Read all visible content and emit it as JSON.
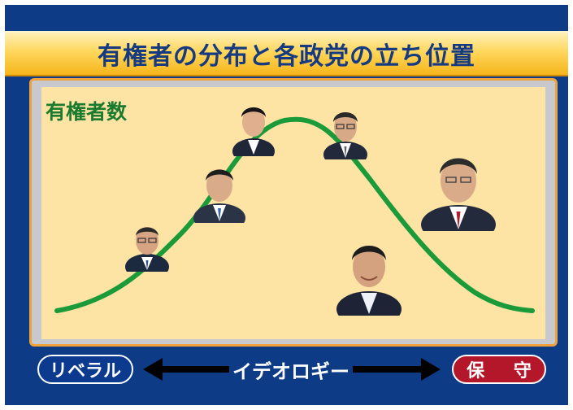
{
  "title": "有権者の分布と各政党の立ち位置",
  "y_label": "有権者数",
  "x_axis": {
    "label": "イデオロギー",
    "left_end": "リベラル",
    "right_end": "保 守"
  },
  "colors": {
    "background_navy": "#0d3b86",
    "title_text": "#153a82",
    "curve_green": "#1b9a3a",
    "panel_cream": "#fde3a4",
    "liberal_blue": "#0b3a8f",
    "conservative_red": "#b4162a"
  },
  "figures": [
    {
      "name": "portrait-1",
      "position_on_curve": "far-left"
    },
    {
      "name": "portrait-2",
      "position_on_curve": "left"
    },
    {
      "name": "portrait-3",
      "position_on_curve": "center-left-peak"
    },
    {
      "name": "portrait-4",
      "position_on_curve": "center-right-peak"
    },
    {
      "name": "portrait-5",
      "position_on_curve": "right-below-curve"
    },
    {
      "name": "portrait-6",
      "position_on_curve": "far-right-above-curve"
    }
  ]
}
